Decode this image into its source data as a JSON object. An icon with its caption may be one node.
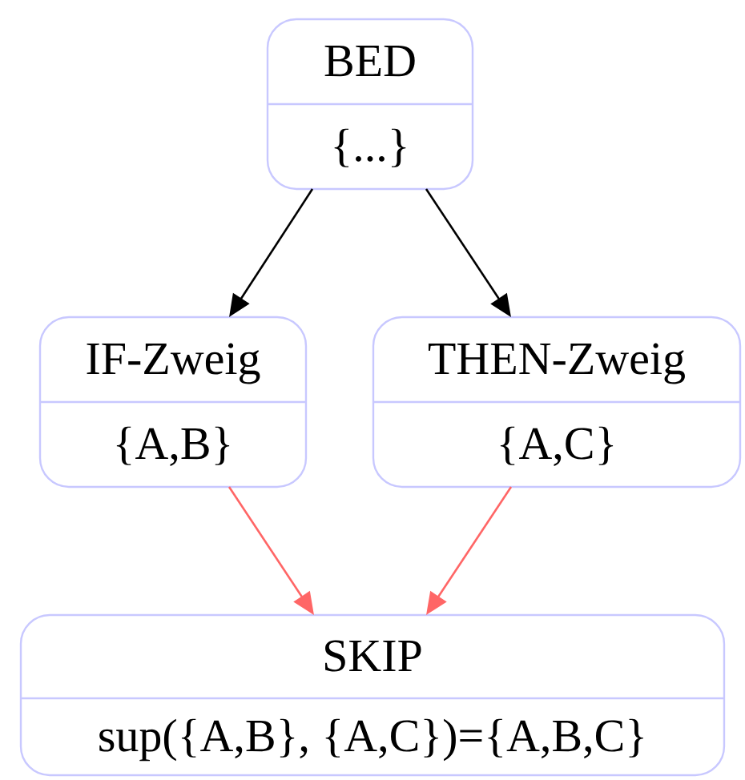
{
  "diagram": {
    "nodes": [
      {
        "text": [
          "BED",
          "{...}"
        ]
      },
      {
        "text": [
          "IF-Zweig",
          "{A,B}"
        ]
      },
      {
        "text": [
          "THEN-Zweig",
          "{A,C}"
        ]
      },
      {
        "text": [
          "SKIP",
          "sup({A,B}, {A,C})={A,B,C}"
        ]
      }
    ],
    "edges": [
      {
        "from": 0,
        "to": 1,
        "arrow": "to"
      },
      {
        "from": 0,
        "to": 2,
        "arrow": "to"
      },
      {
        "from": 1,
        "to": 3,
        "arrow": "to",
        "color": "#ff6666"
      },
      {
        "from": 2,
        "to": 3,
        "arrow": "to",
        "color": "#ff6666"
      }
    ]
  }
}
